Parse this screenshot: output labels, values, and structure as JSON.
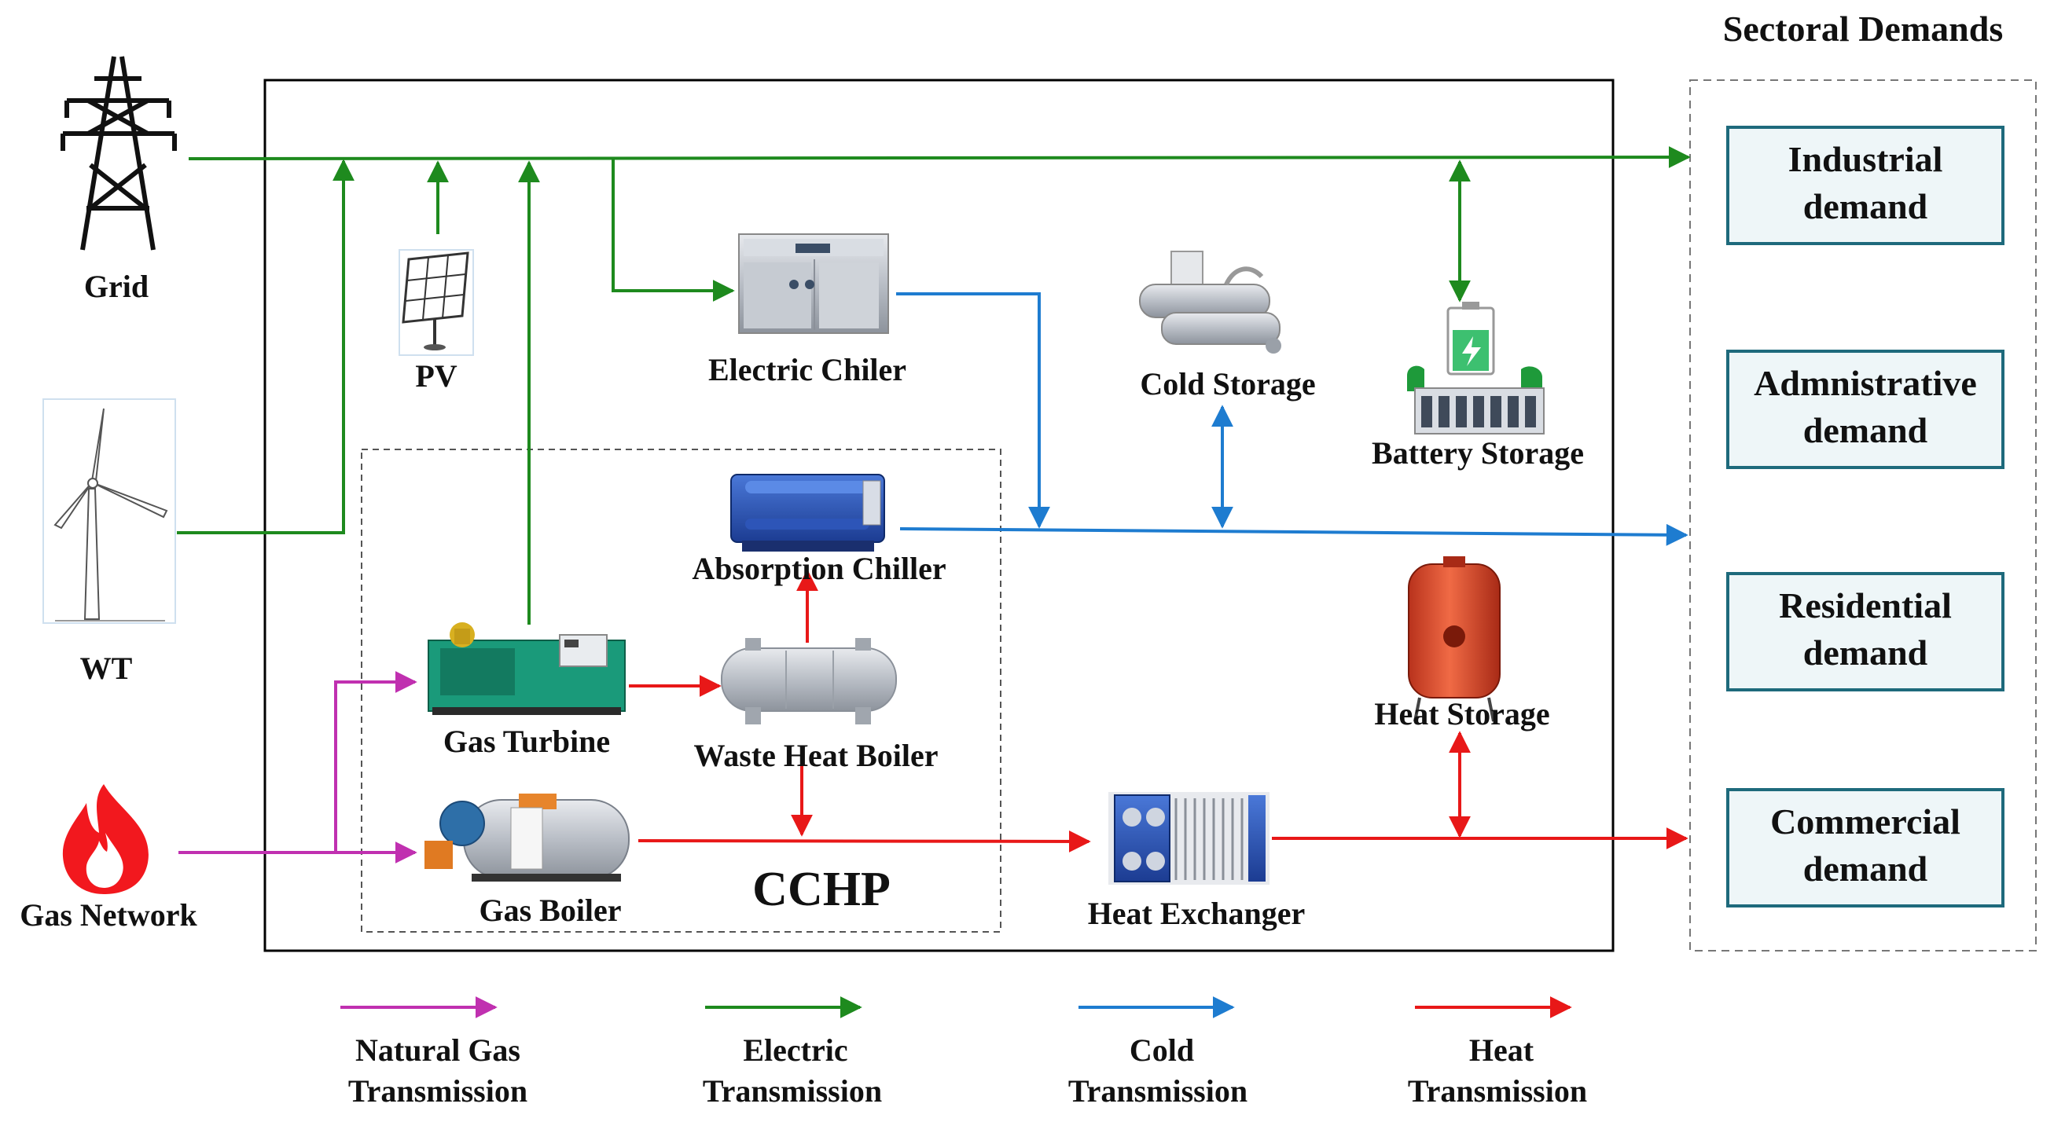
{
  "title": "Sectoral Demands",
  "sources": {
    "grid": "Grid",
    "wt": "WT",
    "gas": "Gas Network",
    "pv": "PV"
  },
  "devices": {
    "electric_chiler": "Electric Chiler",
    "cold_storage": "Cold Storage",
    "battery_storage": "Battery Storage",
    "absorption_chiller": "Absorption Chiller",
    "gas_turbine": "Gas Turbine",
    "waste_heat_boiler": "Waste Heat Boiler",
    "gas_boiler": "Gas Boiler",
    "heat_storage": "Heat Storage",
    "heat_exchanger": "Heat Exchanger",
    "cchp": "CCHP"
  },
  "demands": [
    {
      "line1": "Industrial",
      "line2": "demand"
    },
    {
      "line1": "Admnistrative",
      "line2": "demand"
    },
    {
      "line1": "Residential",
      "line2": "demand"
    },
    {
      "line1": "Commercial",
      "line2": "demand"
    }
  ],
  "legend": [
    {
      "line1": "Natural Gas",
      "line2": "Transmission",
      "color": "#C030B0"
    },
    {
      "line1": "Electric",
      "line2": "Transmission",
      "color": "#1E8A1E"
    },
    {
      "line1": "Cold",
      "line2": "Transmission",
      "color": "#1E7CD0"
    },
    {
      "line1": "Heat",
      "line2": "Transmission",
      "color": "#E81818"
    }
  ],
  "colors": {
    "gas": "#C030B0",
    "electric": "#1E8A1E",
    "cold": "#1E7CD0",
    "heat": "#E81818"
  }
}
